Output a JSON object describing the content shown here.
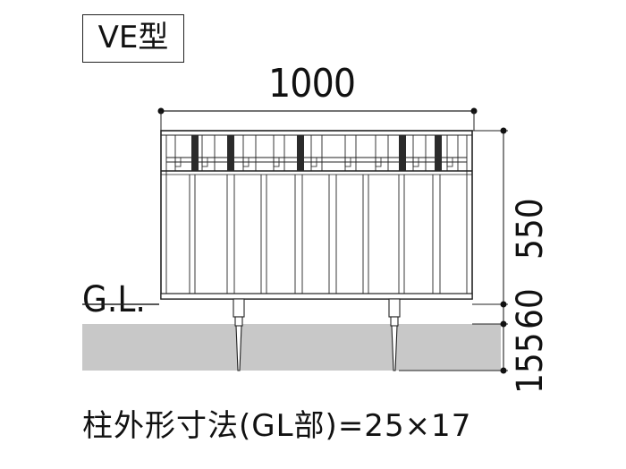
{
  "diagram": {
    "type_label": "VE型",
    "width_dim": "1000",
    "height_dims": [
      "550",
      "60",
      "155"
    ],
    "ground_label": "G.L.",
    "caption": "柱外形寸法(GL部)=25×17"
  }
}
